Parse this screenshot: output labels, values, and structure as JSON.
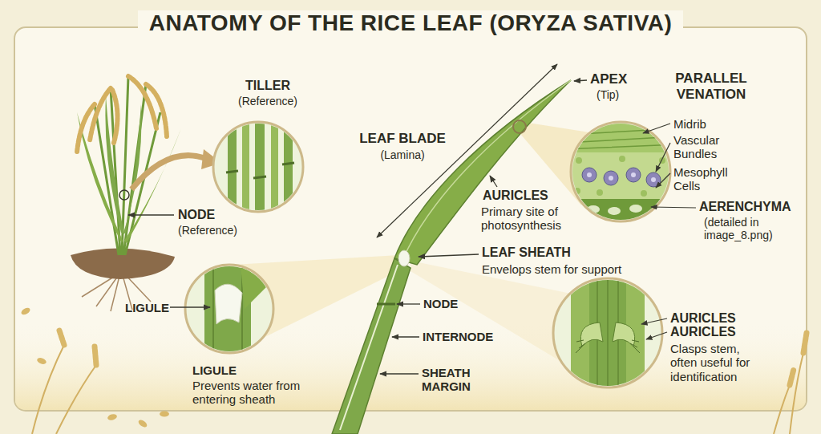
{
  "diagram": {
    "title": "ANATOMY OF THE RICE LEAF (ORYZA SATIVA)",
    "labels": [
      "TILLER",
      "(Reference)",
      "NODE",
      "(Reference)",
      "LEAF BLADE",
      "(Lamina)",
      "APEX",
      "(Tip)",
      "PARALLEL VENATION",
      "Midrib",
      "Vascular Bundles",
      "Mesophyll Cells",
      "AERENCHYMA",
      "(detailed in image_8.png)",
      "AURICLES",
      "Primary site of photosynthesis",
      "LEAF SHEATH",
      "Envelops stem for support",
      "NODE",
      "INTERNODE",
      "SHEATH MARGIN",
      "LIGULE",
      "LIGULE",
      "Prevents water from entering sheath",
      "AURICLES",
      "AURICLES",
      "Clasps stem, often useful for identification"
    ]
  }
}
